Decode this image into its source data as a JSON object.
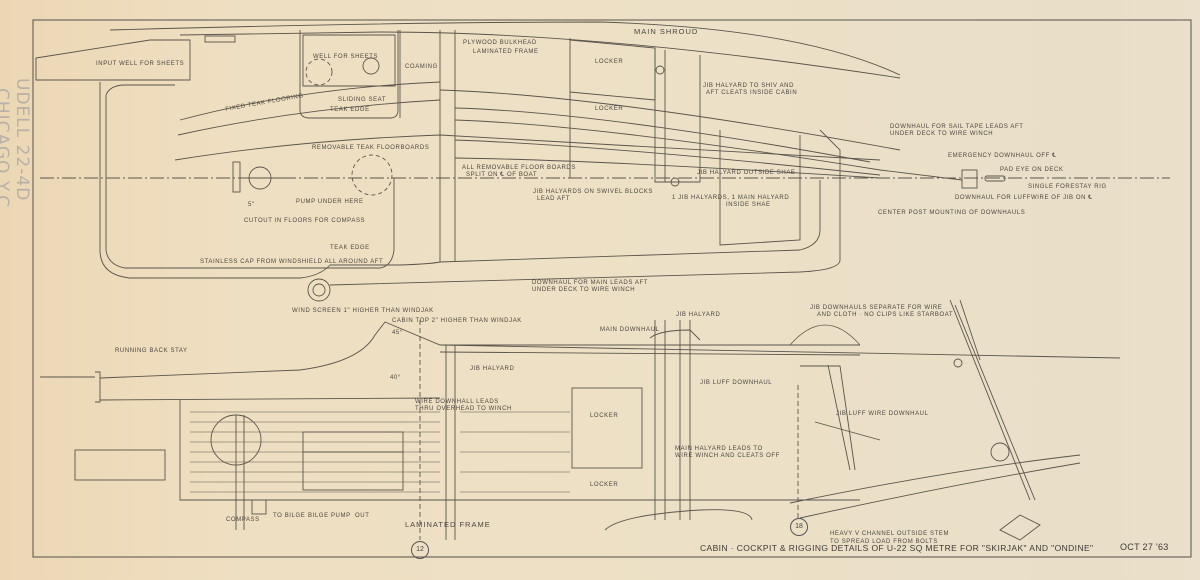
{
  "drawing": {
    "title": "CABIN · COCKPIT & RIGGING DETAILS OF U-22 SQ METRE FOR \"SKIRJAK\" AND \"ONDINE\"",
    "date": "OCT 27 '63",
    "margin_note": [
      "UDELL 22-4D",
      "CHICAGO Y.C."
    ],
    "section_markers": [
      "12",
      "18"
    ]
  },
  "plan_view": {
    "labels": {
      "input_well": "INPUT WELL FOR SHEETS",
      "well_sheets": "WELL FOR SHEETS",
      "coaming": "COAMING",
      "plywood_bulkhead": "PLYWOOD BULKHEAD",
      "laminated_frame": "LAMINATED FRAME",
      "main_shroud": "MAIN SHROUD",
      "locker_1": "LOCKER",
      "locker_2": "LOCKER",
      "jib_halyard_shiv_1": "JIB HALYARD TO SHIV AND",
      "jib_halyard_shiv_2": "AFT CLEATS INSIDE CABIN",
      "fixed_teak": "FIXED TEAK FLOORING",
      "sliding_seat": "SLIDING SEAT",
      "teak_edge_seat": "TEAK EDGE",
      "removable_teak": "REMOVABLE TEAK FLOORBOARDS",
      "floorboards_1": "ALL REMOVABLE FLOOR BOARDS",
      "floorboards_2": "SPLIT ON ℄ OF BOAT",
      "jib_outside": "JIB HALYARD OUTSIDE SHAE",
      "swivel_1": "JIB HALYARDS ON SWIVEL BLOCKS",
      "swivel_2": "LEAD AFT",
      "inside_shae_1": "1 JIB HALYARDS, 1 MAIN HALYARD",
      "inside_shae_2": "INSIDE SHAE",
      "pump": "PUMP UNDER HERE",
      "dim_5": "5\"",
      "cutout": "CUTOUT IN FLOORS FOR COMPASS",
      "teak_edge": "TEAK EDGE",
      "stainless_cap": "STAINLESS CAP FROM WINDSHIELD ALL AROUND AFT",
      "downhaul_main_1": "DOWNHAUL FOR MAIN LEADS AFT",
      "downhaul_main_2": "UNDER DECK TO WIRE WINCH",
      "downhaul_sail_1": "DOWNHAUL FOR SAIL TAPE LEADS AFT",
      "downhaul_sail_2": "UNDER DECK TO WIRE WINCH",
      "emergency": "EMERGENCY DOWNHAUL OFF ℄",
      "pad_eye": "PAD EYE ON DECK",
      "forestay": "SINGLE FORESTAY RIG",
      "luffwire": "DOWNHAUL FOR LUFFWIRE OF JIB ON ℄",
      "center_post": "CENTER POST MOUNTING OF DOWNHAULS"
    }
  },
  "profile_view": {
    "labels": {
      "wind_screen": "WIND SCREEN 1\" HIGHER THAN WINDJAK",
      "cabin_top": "CABIN TOP 2\" HIGHER THAN WINDJAK",
      "angle_45": "45°",
      "angle_40": "40°",
      "back_stay": "RUNNING BACK STAY",
      "jib_halyard_1": "JIB HALYARD",
      "wire_downhaul_1": "WIRE DOWNHALL LEADS",
      "wire_downhaul_2": "THRU OVERHEAD TO WINCH",
      "locker_1": "LOCKER",
      "locker_2": "LOCKER",
      "compass": "COMPASS",
      "to_bilge": "TO BILGE",
      "bilge_pump": "BILGE PUMP",
      "out": "OUT",
      "laminated_frame": "LAMINATED FRAME",
      "main_downhaul": "MAIN DOWNHAUL",
      "jib_halyard_2": "JIB HALYARD",
      "jib_downhauls_1": "JIB DOWNHAULS SEPARATE FOR WIRE",
      "jib_downhauls_2": "AND CLOTH · NO CLIPS LIKE STARBOAT",
      "jib_luff": "JIB LUFF DOWNHAUL",
      "jib_luff_wire": "JIB LUFF WIRE DOWNHAUL",
      "main_halyard_1": "MAIN HALYARD LEADS TO",
      "main_halyard_2": "WIRE WINCH AND CLEATS OFF",
      "v_channel_1": "HEAVY V CHANNEL OUTSIDE STEM",
      "v_channel_2": "TO SPREAD LOAD FROM BOLTS"
    }
  },
  "colors": {
    "paper": "#ece0c6",
    "ink": "#4a4640"
  }
}
